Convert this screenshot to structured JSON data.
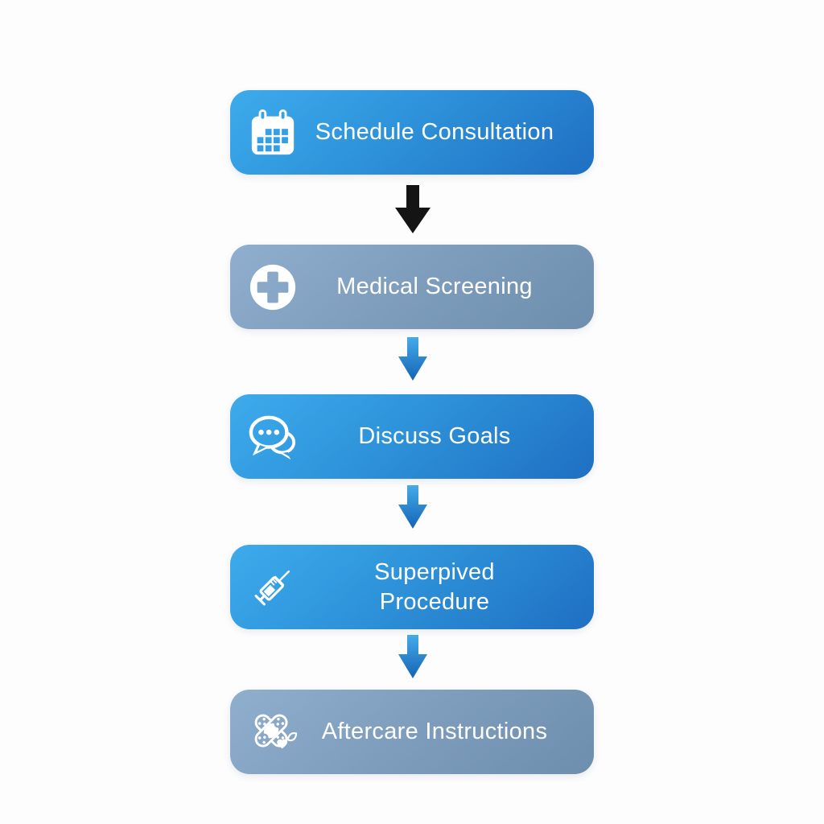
{
  "diagram": {
    "type": "flowchart",
    "orientation": "vertical",
    "background": "#fdfdfe"
  },
  "steps": [
    {
      "label": "Schedule Consultation",
      "icon": "calendar-icon",
      "variant": "blue"
    },
    {
      "label": "Medical Screening",
      "icon": "medical-cross-icon",
      "variant": "slate"
    },
    {
      "label": "Discuss Goals",
      "icon": "chat-bubbles-icon",
      "variant": "blue"
    },
    {
      "label": "Superpived\nProcedure",
      "icon": "syringe-icon",
      "variant": "blue"
    },
    {
      "label": "Aftercare Instructions",
      "icon": "bandage-icon",
      "variant": "slate"
    }
  ],
  "connectors": [
    {
      "from": 0,
      "to": 1,
      "direction": "down",
      "color": "black"
    },
    {
      "from": 1,
      "to": 2,
      "direction": "down",
      "color": "blue"
    },
    {
      "from": 2,
      "to": 3,
      "direction": "down",
      "color": "blue"
    },
    {
      "from": 3,
      "to": 4,
      "direction": "down",
      "color": "blue"
    }
  ],
  "colors": {
    "blue_gradient_start": "#3dabec",
    "blue_gradient_end": "#1f6fc2",
    "slate_gradient_start": "#90aecd",
    "slate_gradient_end": "#6e8ead",
    "arrow_black": "#141414",
    "arrow_blue_start": "#44abe9",
    "arrow_blue_end": "#1563b4",
    "text": "#ffffff"
  }
}
